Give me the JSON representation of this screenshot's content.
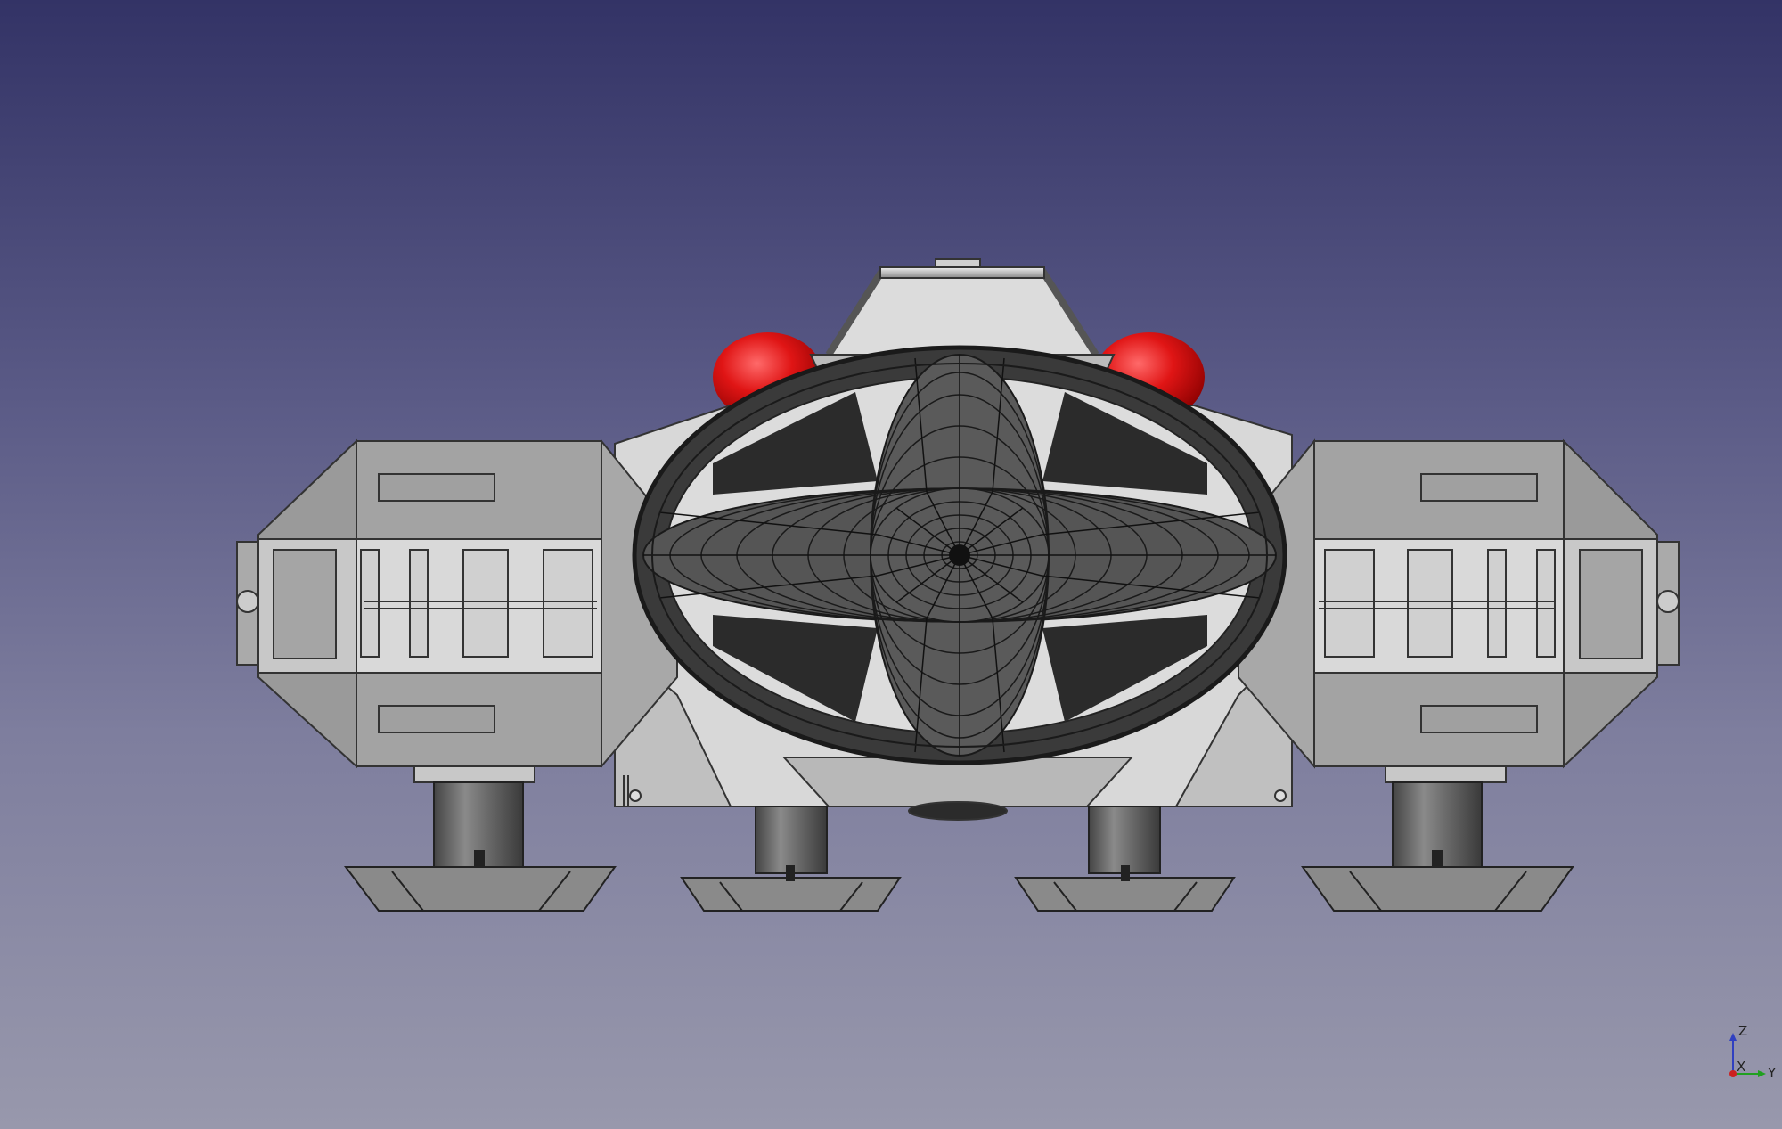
{
  "app": {
    "type": "3d-cad-viewport"
  },
  "viewport": {
    "background_top": "#333366",
    "background_bottom": "#9898ac"
  },
  "model": {
    "body_color": "#c8c8c8",
    "dark_color": "#2b2b2b",
    "accent_color": "#dd1111"
  },
  "axis_indicator": {
    "z_label": "Z",
    "x_label": "X",
    "y_label": "Y",
    "z_color": "#3040c0",
    "x_color": "#cc2020",
    "y_color": "#20a020"
  }
}
